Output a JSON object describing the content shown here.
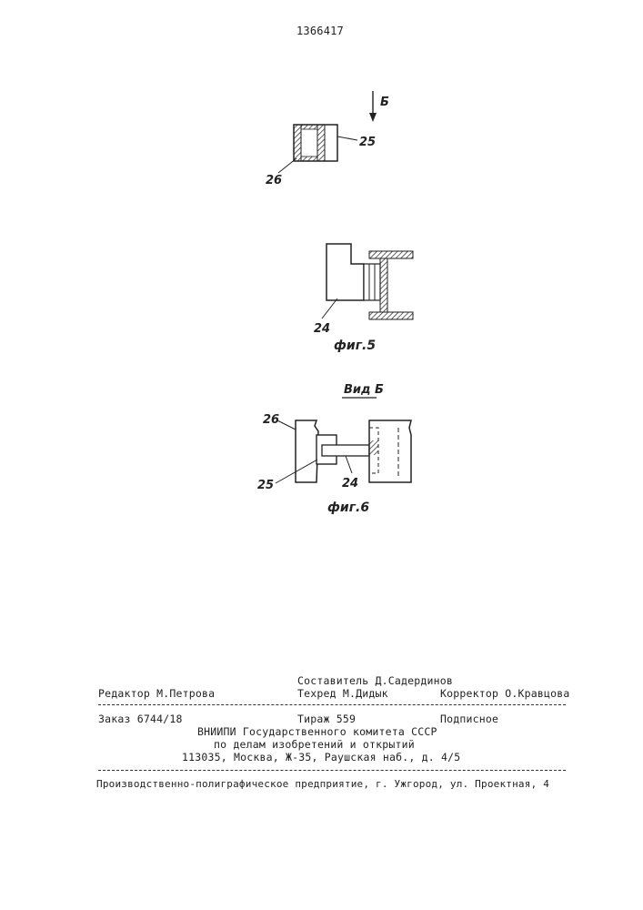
{
  "header": {
    "patent_number": "1366417"
  },
  "figures": {
    "arrow_label": "Б",
    "fig5": {
      "part_25": "25",
      "part_26": "26",
      "part_24": "24",
      "caption": "фиг.5"
    },
    "view_b": {
      "title": "Вид Б",
      "part_26": "26",
      "part_25": "25",
      "part_24": "24",
      "caption": "фиг.6"
    }
  },
  "footer": {
    "compiler": "Составитель Д.Садердинов",
    "editor": "Редактор М.Петрова",
    "techred": "Техред М.Дидык",
    "corrector": "Корректор О.Кравцова",
    "order": "Заказ 6744/18",
    "circulation": "Тираж 559",
    "subscription": "Подписное",
    "org_line1": "ВНИИПИ Государственного комитета СССР",
    "org_line2": "по делам изобретений и открытий",
    "org_line3": "113035, Москва, Ж-35, Раушская наб., д. 4/5",
    "printer": "Производственно-полиграфическое предприятие, г. Ужгород, ул. Проектная, 4"
  }
}
